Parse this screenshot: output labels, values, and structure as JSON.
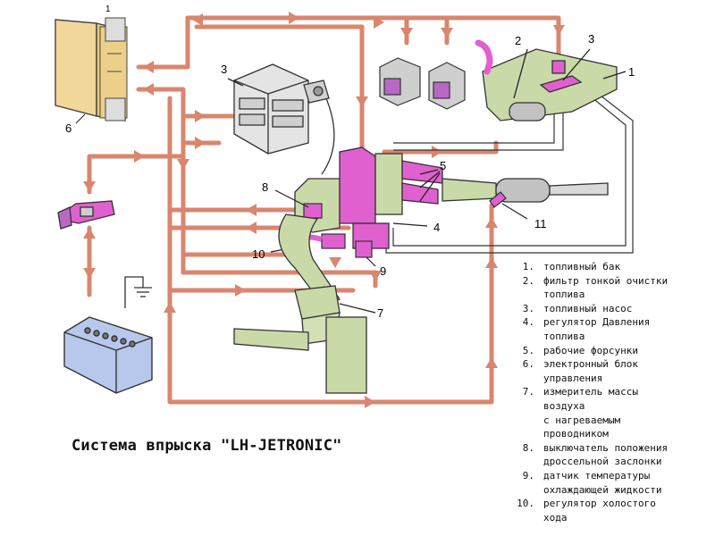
{
  "caption": "Система впрыска \"LH-JETRONIC\"",
  "callouts": {
    "c1_top": "1",
    "c1": "1",
    "c2": "2",
    "c3_tank": "3",
    "c3_pump": "3",
    "c4": "4",
    "c5": "5",
    "c6": "6",
    "c7": "7",
    "c8": "8",
    "c9": "9",
    "c10": "10",
    "c11": "11"
  },
  "legend": [
    {
      "num": "1.",
      "text": "топливный бак"
    },
    {
      "num": "2.",
      "text": "фильтр тонкой очистки\nтоплива"
    },
    {
      "num": "3.",
      "text": "топливный насос"
    },
    {
      "num": "4.",
      "text": "регулятор Давления\nтоплива"
    },
    {
      "num": "5.",
      "text": "рабочие форсунки"
    },
    {
      "num": "6.",
      "text": "электронный блок\nуправления"
    },
    {
      "num": "7.",
      "text": "измеритель массы\nвоздуха\nс нагреваемым\nпроводником"
    },
    {
      "num": "8.",
      "text": "выключатель положения\nдроссельной заслонки"
    },
    {
      "num": "9.",
      "text": "датчик температуры\nохлаждающей жидкости"
    },
    {
      "num": "10.",
      "text": "регулятор холостого\nхода"
    }
  ],
  "colors": {
    "wire": "#d9866e",
    "component_pink": "#e060d0",
    "component_green": "#c9d9a8",
    "ecu": "#f1d79a",
    "battery": "#b8c8ec",
    "gray": "#cccccc"
  }
}
